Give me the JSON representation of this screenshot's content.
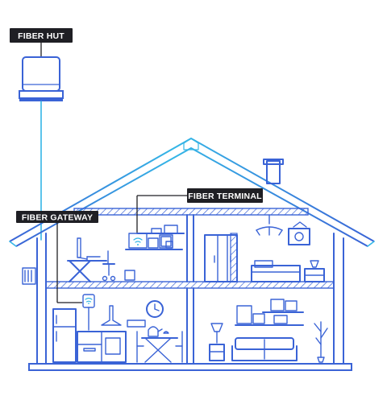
{
  "labels": {
    "fiber_hut": "FIBER HUT",
    "fiber_terminal": "FIBER TERMINAL",
    "fiber_gateway": "FIBER GATEWAY"
  },
  "colors": {
    "roof": "#34b6e6",
    "house": "#3a63d6",
    "label_background": "#1f1f24",
    "label_text": "#ffffff"
  },
  "icons": [
    "fiber-hut-icon",
    "fiber-cable",
    "house-outline",
    "wifi-icon",
    "clock-icon"
  ]
}
